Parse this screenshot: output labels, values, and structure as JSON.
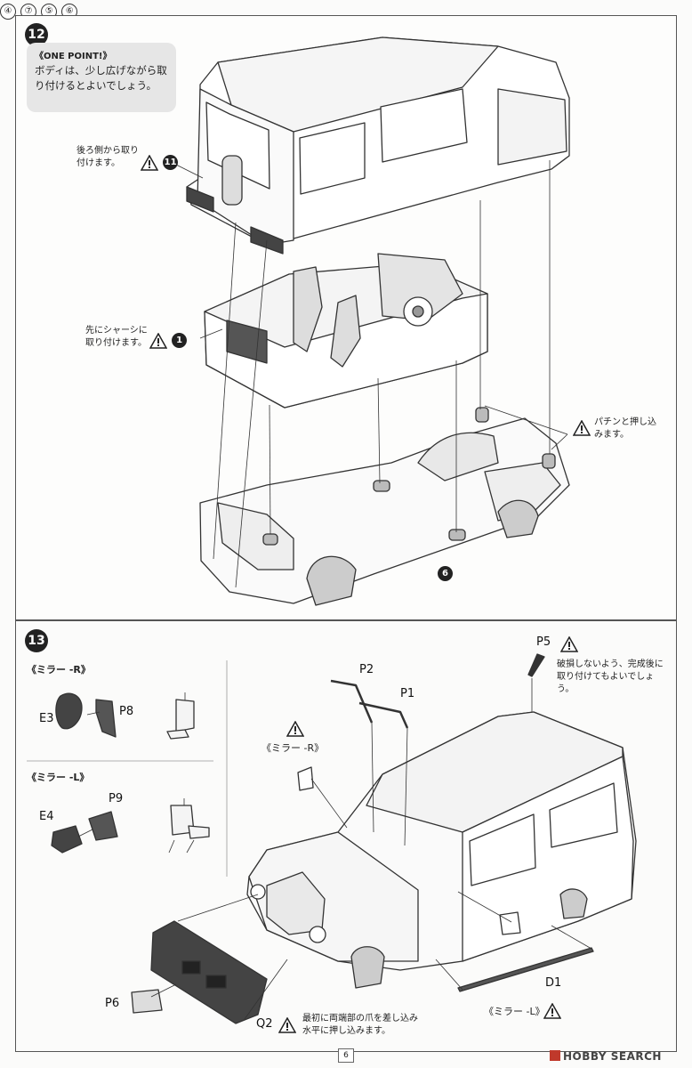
{
  "step12": {
    "number": "12",
    "onepoint_header": "《ONE POINT!》",
    "onepoint_body": "ボディは、少し広げながら取り付けるとよいでしょう。",
    "note_rear": "後ろ側から取り付けます。",
    "note_rear_ref": "11",
    "note_chassis": "先にシャーシに取り付けます。",
    "note_chassis_ref": "1",
    "note_snap": "パチンと押し込みます。",
    "chassis_ref": "6"
  },
  "step13": {
    "number": "13",
    "mirror_r_title": "《ミラー -R》",
    "mirror_l_title": "《ミラー -L》",
    "part_e3": "E3",
    "part_p8": "P8",
    "part_e4": "E4",
    "part_p9": "P9",
    "paint_4": "④",
    "paint_7": "⑦",
    "paint_5": "⑤",
    "paint_6": "⑥",
    "part_p2": "P2",
    "part_p1": "P1",
    "part_p5": "P5",
    "p5_note": "破損しないよう、完成後に取り付けてもよいでしょう。",
    "mirror_r_callout": "《ミラー -R》",
    "part_p6": "P6",
    "part_q2": "Q2",
    "q2_note": "最初に両端部の爪を差し込み水平に押し込みます。",
    "part_d1": "D1",
    "mirror_l_callout": "《ミラー -L》"
  },
  "footer": {
    "page_number": "6",
    "watermark": "HOBBY SEARCH"
  }
}
